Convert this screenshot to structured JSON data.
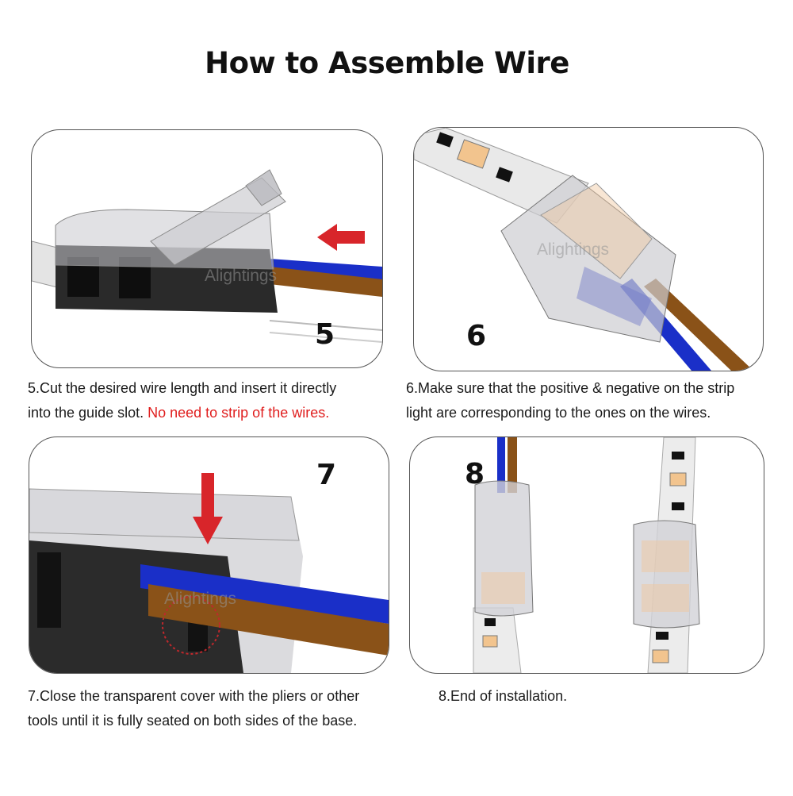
{
  "title": "How  to Assemble Wire",
  "watermark": "Alightings",
  "steps": [
    {
      "number": "5",
      "caption_line1": "5.Cut the desired wire length and insert it directly",
      "caption_line2_pre": "into the guide slot. ",
      "caption_line2_highlight": "No need to strip of the wires."
    },
    {
      "number": "6",
      "caption_line1": "6.Make sure that the positive & negative on the strip",
      "caption_line2": "light are corresponding to the ones on the wires."
    },
    {
      "number": "7",
      "caption_line1": "7.Close the transparent cover with the pliers or other",
      "caption_line2": "tools until it is fully seated on both sides of the base."
    },
    {
      "number": "8",
      "caption_line1": "8.End of installation."
    }
  ],
  "colors": {
    "wire_blue": "#1a2fc8",
    "wire_brown": "#8a5218",
    "arrow_red": "#d8252a",
    "highlight_red": "#e01e1e"
  }
}
